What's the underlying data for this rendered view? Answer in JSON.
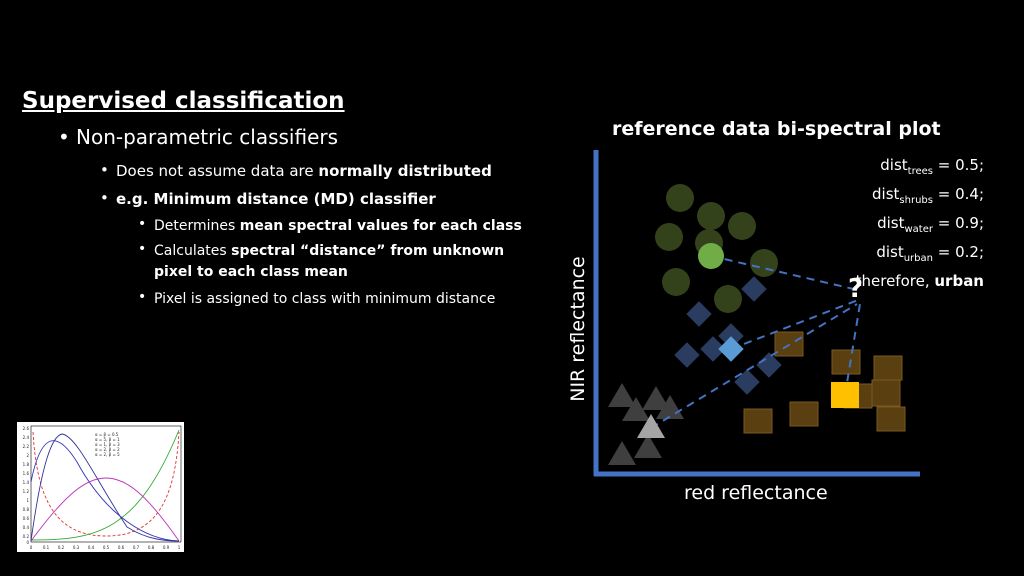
{
  "slide": {
    "title": "Supervised classification",
    "b1": "Non-parametric classifiers",
    "b2a_pre": "Does not assume data are ",
    "b2a_bold": "normally distributed",
    "b2b_pre": "e.g. Minimum distance (MD) classifier",
    "b3a_pre": "Determines ",
    "b3a_bold": "mean spectral values for each class",
    "b3b_pre": "Calculates ",
    "b3b_bold1": "spectral “distance” from unknown",
    "b3b_bold2": "pixel to each class mean",
    "b3c": "Pixel is assigned to class with minimum distance"
  },
  "plot": {
    "title": "reference data bi-spectral plot",
    "xlabel": "red reflectance",
    "ylabel": "NIR reflectance",
    "unknown": "?",
    "colors": {
      "axis": "#4472c4",
      "trees": "#70ad47",
      "water": "#5b9bd5",
      "urban": "#ffc000",
      "shrubs": "#a5a5a5"
    }
  },
  "distances": {
    "d1": "dist",
    "d1_sub": "trees",
    "d1_val": " = 0.5;",
    "d2": "dist",
    "d2_sub": "shrubs",
    "d2_val": " = 0.4;",
    "d3": "dist",
    "d3_sub": "water",
    "d3_val": " = 0.9;",
    "d4": "dist",
    "d4_sub": "urban",
    "d4_val": " = 0.2;",
    "conclusion_pre": "therefore, ",
    "conclusion_bold": "urban"
  },
  "thumbnail": {
    "legend": [
      "α = β = 0.5",
      "α = 5, β = 1",
      "α = 1, β = 3",
      "α = 2, β = 2",
      "α = 2, β = 5"
    ],
    "xticks": [
      "0",
      "0.1",
      "0.2",
      "0.3",
      "0.4",
      "0.5",
      "0.6",
      "0.7",
      "0.8",
      "0.9",
      "1"
    ],
    "yticks": [
      "2.6",
      "2.4",
      "2.2",
      "2",
      "1.8",
      "1.6",
      "1.4",
      "1.2",
      "1",
      "0.8",
      "0.6",
      "0.4",
      "0.2",
      "0"
    ]
  }
}
